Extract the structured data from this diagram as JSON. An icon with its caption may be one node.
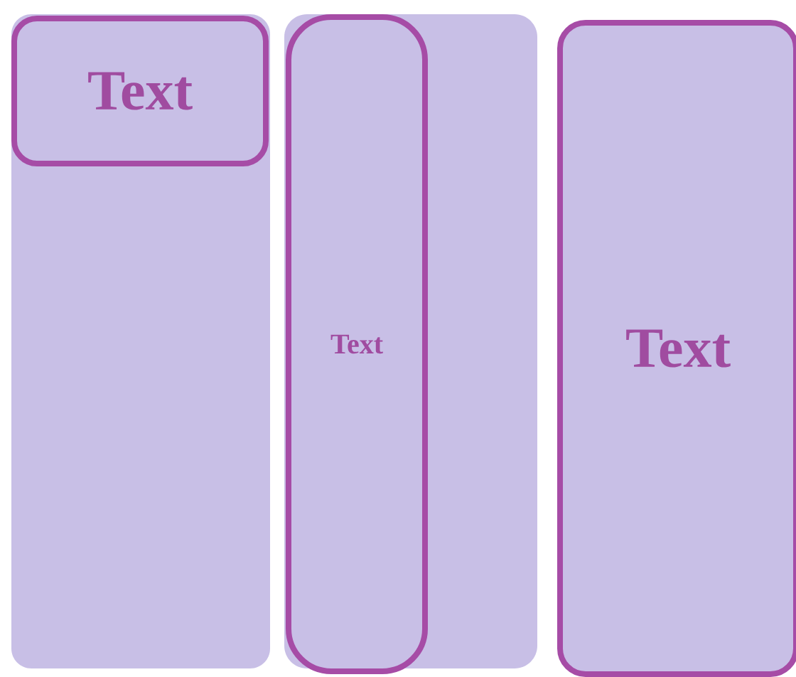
{
  "diagram": {
    "nodes": [
      {
        "text": [],
        "shape": "box"
      },
      {
        "text": [
          "Text"
        ],
        "in": 0
      },
      {
        "text": [],
        "shape": "box"
      },
      {
        "text": [
          "Text"
        ],
        "in": 2
      },
      {
        "text": [
          "Text"
        ]
      }
    ]
  }
}
